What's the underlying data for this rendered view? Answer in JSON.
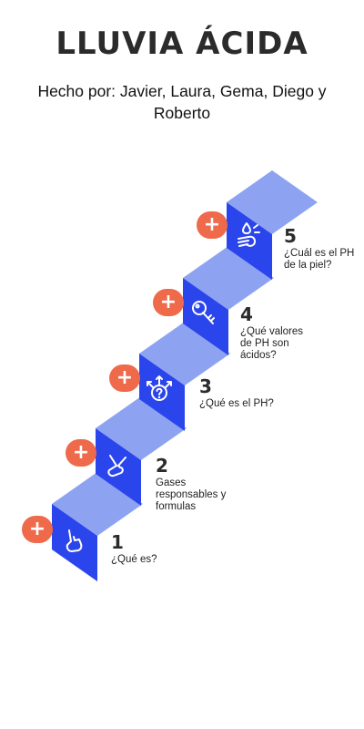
{
  "title": "LLUVIA ÁCIDA",
  "subtitle": "Hecho por: Javier, Laura, Gema, Diego y Roberto",
  "colors": {
    "tread": "#8da3f2",
    "riser": "#2b45ec",
    "accent": "#ee6a4a"
  },
  "steps": [
    {
      "number": "1",
      "text": "¿Qué es?",
      "icon": "pointing-hand-icon",
      "button": "+"
    },
    {
      "number": "2",
      "text": "Gases\nresponsables y\nformulas",
      "icon": "victory-hand-icon",
      "button": "+"
    },
    {
      "number": "3",
      "text": "¿Qué es el PH?",
      "icon": "question-arrows-icon",
      "button": "+"
    },
    {
      "number": "4",
      "text": "¿Qué valores\nde PH son\nácidos?",
      "icon": "key-icon",
      "button": "+"
    },
    {
      "number": "5",
      "text": "¿Cuál es el PH\nde la piel?",
      "icon": "hand-drop-icon",
      "button": "+"
    }
  ]
}
